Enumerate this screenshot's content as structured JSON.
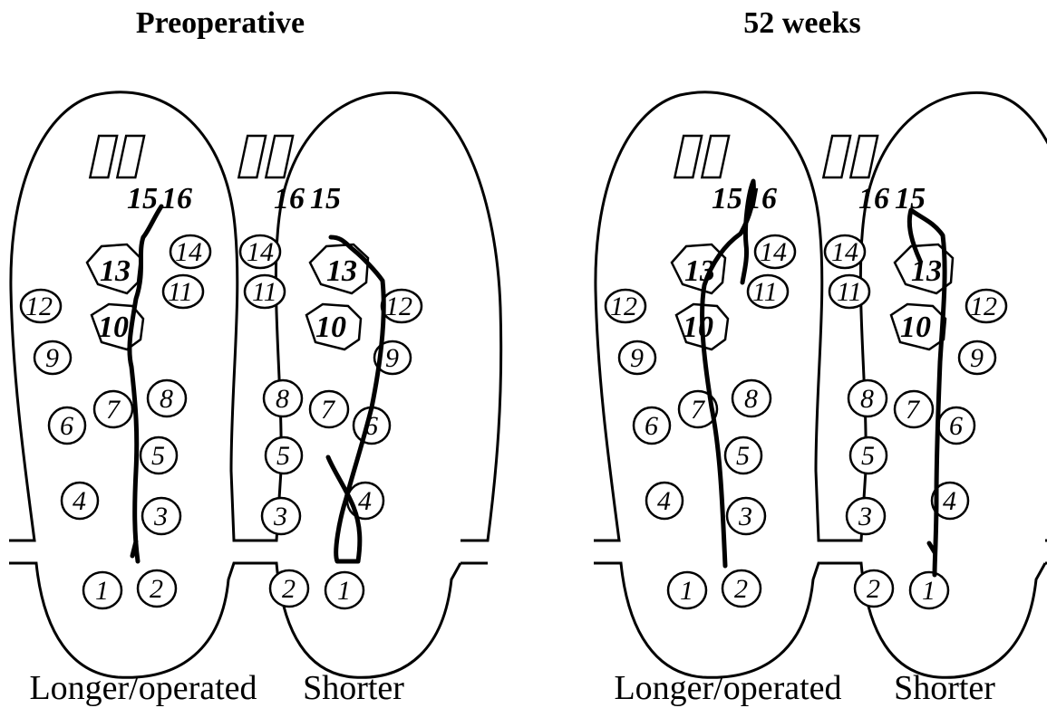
{
  "panels": [
    {
      "title": "Preoperative"
    },
    {
      "title": "52 weeks"
    }
  ],
  "footprint_labels": {
    "longer": "Longer/operated",
    "shorter": "Shorter"
  },
  "sensors": [
    "1",
    "2",
    "3",
    "4",
    "5",
    "6",
    "7",
    "8",
    "9",
    "10",
    "11",
    "12",
    "13",
    "14",
    "15",
    "16"
  ]
}
